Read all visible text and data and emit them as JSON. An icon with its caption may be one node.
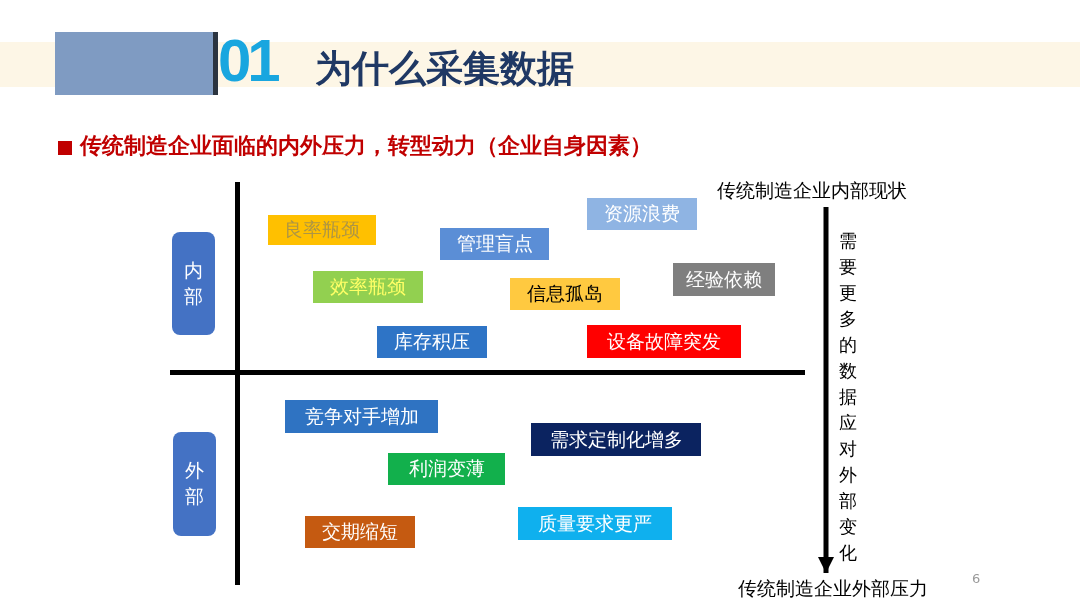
{
  "diagram": {
    "title": "为什么采集数据",
    "nodes": [
      {
        "text": [
          "传统制造企业内部现状"
        ]
      },
      {
        "text": [
          "内部"
        ]
      },
      {
        "text": [
          "良率瓶颈"
        ]
      },
      {
        "text": [
          "管理盲点"
        ]
      },
      {
        "text": [
          "资源浪费"
        ]
      },
      {
        "text": [
          "效率瓶颈"
        ]
      },
      {
        "text": [
          "信息孤岛"
        ]
      },
      {
        "text": [
          "经验依赖"
        ]
      },
      {
        "text": [
          "库存积压"
        ]
      },
      {
        "text": [
          "设备故障突发"
        ]
      },
      {
        "text": [
          "外部"
        ]
      },
      {
        "text": [
          "竞争对手增加"
        ]
      },
      {
        "text": [
          "需求定制化增多"
        ]
      },
      {
        "text": [
          "利润变薄"
        ]
      },
      {
        "text": [
          "交期缩短"
        ]
      },
      {
        "text": [
          "质量要求更严"
        ]
      },
      {
        "text": [
          "传统制造企业外部压力"
        ]
      }
    ],
    "edges": [
      {
        "from": 0,
        "to": 16,
        "arrow": "to",
        "label": "需要更多的数据应对外部变化"
      }
    ],
    "labels": [
      "01",
      "传统制造企业面临的内外压力，转型动力（企业自身因素）",
      "6"
    ]
  }
}
